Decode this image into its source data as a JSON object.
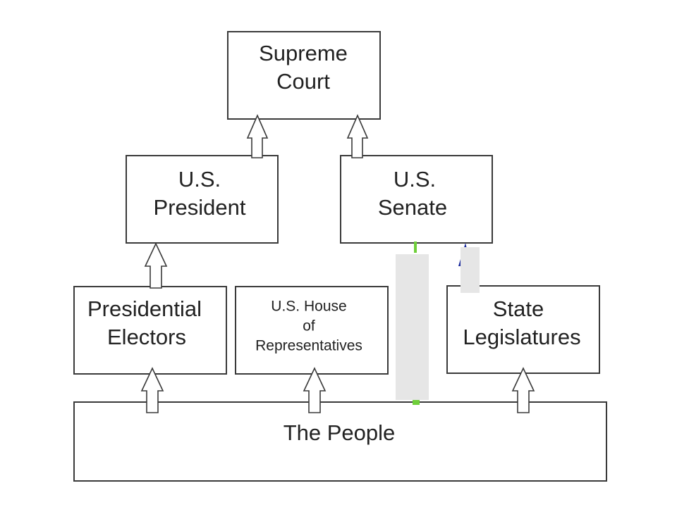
{
  "diagram": {
    "supreme_court": [
      "Supreme",
      "Court"
    ],
    "president": [
      "U.S.",
      "President"
    ],
    "senate": [
      "U.S.",
      "Senate"
    ],
    "presidential_electors": [
      "Presidential",
      "Electors"
    ],
    "house": [
      "U.S. House",
      "of",
      "Representatives"
    ],
    "state_legislatures": [
      "State",
      "Legislatures"
    ],
    "the_people": "The People"
  },
  "colors": {
    "box_stroke": "#3a3a3a",
    "text": "#222222",
    "overlay_gray": "#e6e6e6",
    "green_marker": "#6fcf3a",
    "blue_marker": "#1a2a9c"
  }
}
